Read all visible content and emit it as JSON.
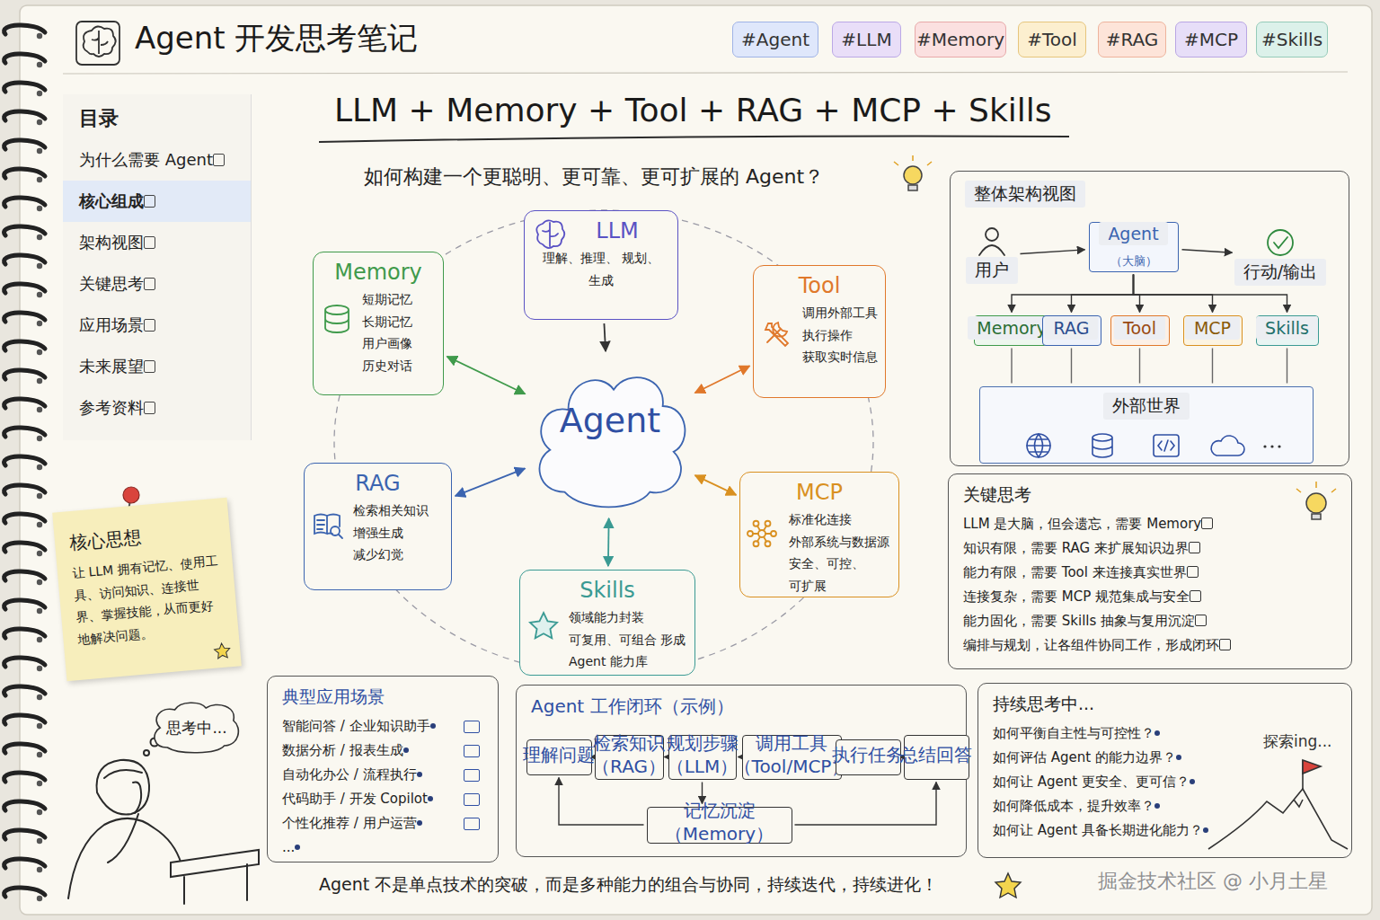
{
  "diagram": {
    "title": "Agent 开发思考笔记",
    "caption": "Agent 不是单点技术的突破，而是多种能力的组合与协同，持续迭代，持续进化！",
    "nodes": [
      {
        "text": [
          "#Agent"
        ]
      },
      {
        "text": [
          "#LLM"
        ]
      },
      {
        "text": [
          "#Memory"
        ]
      },
      {
        "text": [
          "#Tool"
        ]
      },
      {
        "text": [
          "#RAG"
        ]
      },
      {
        "text": [
          "#MCP"
        ]
      },
      {
        "text": [
          "#Skills"
        ]
      },
      {
        "text": [
          "目录",
          "为什么需要 Agent",
          "核心组成",
          "架构视图",
          "关键思考",
          "应用场景",
          "未来展望",
          "参考资料"
        ]
      },
      {
        "text": [
          "核心思想",
          "让 LLM 拥有记忆、使用工具、访问知识、连接世界、掌握技能，从而更好地解决问题。"
        ]
      },
      {
        "text": [
          "LLM",
          "理解、推理、 规划、生成"
        ]
      },
      {
        "text": [
          "Memory",
          "短期记忆 长期记忆 用户画像 历史对话"
        ]
      },
      {
        "text": [
          "Tool",
          "调用外部工具 执行操作 获取实时信息"
        ]
      },
      {
        "text": [
          "Agent"
        ]
      },
      {
        "text": [
          "RAG",
          "检索相关知识 增强生成 减少幻觉"
        ]
      },
      {
        "text": [
          "MCP",
          "标准化连接 外部系统与数据源 安全、可控、可扩展"
        ]
      },
      {
        "text": [
          "Skills",
          "领域能力封装 可复用、可组合 形成 Agent 能力库"
        ]
      },
      {
        "text": [
          "整体架构视图"
        ]
      },
      {
        "text": [
          "用户"
        ],
        "in": 16
      },
      {
        "text": [
          "Agent",
          "（大脑）"
        ],
        "in": 16
      },
      {
        "text": [
          "行动/输出"
        ],
        "in": 16
      },
      {
        "text": [
          "Memory"
        ],
        "in": 16
      },
      {
        "text": [
          "RAG"
        ],
        "in": 16
      },
      {
        "text": [
          "Tool"
        ],
        "in": 16
      },
      {
        "text": [
          "MCP"
        ],
        "in": 16
      },
      {
        "text": [
          "Skills"
        ],
        "in": 16
      },
      {
        "text": [
          "外部世界"
        ],
        "in": 16
      },
      {
        "text": [
          "关键思考",
          "LLM 是大脑，但会遗忘，需要 Memory",
          "知识有限，需要 RAG 来扩展知识边界",
          "能力有限，需要 Tool 来连接真实世界",
          "连接复杂，需要 MCP 规范集成与安全",
          "能力固化，需要 Skills 抽象与复用沉淀",
          "编排与规划，让各组件协同工作，形成闭环"
        ]
      },
      {
        "text": [
          "典型应用场景",
          "智能问答 / 企业知识助手",
          "数据分析 / 报表生成",
          "自动化办公 / 流程执行",
          "代码助手 / 开发 Copilot",
          "个性化推荐 / 用户运营",
          "..."
        ]
      },
      {
        "text": [
          "Agent 工作闭环（示例）"
        ]
      },
      {
        "text": [
          "理解问题"
        ],
        "in": 28
      },
      {
        "text": [
          "检索知识 （RAG）"
        ],
        "in": 28
      },
      {
        "text": [
          "规划步骤 （LLM）"
        ],
        "in": 28
      },
      {
        "text": [
          "调用工具 （Tool/MCP）"
        ],
        "in": 28
      },
      {
        "text": [
          "执行任务"
        ],
        "in": 28
      },
      {
        "text": [
          "总结回答"
        ],
        "in": 28
      },
      {
        "text": [
          "记忆沉淀（Memory）"
        ],
        "in": 28
      },
      {
        "text": [
          "持续思考中...",
          "如何平衡自主性与可控性？",
          "如何评估 Agent 的能力边界？",
          "如何让 Agent 更安全、更可信？",
          "如何降低成本，提升效率？",
          "如何让 Agent 具备长期进化能力？"
        ]
      },
      {
        "text": [
          "思考中..."
        ]
      }
    ],
    "edges": [
      {
        "from": 9,
        "to": 12,
        "arrow": "to"
      },
      {
        "from": 10,
        "to": 12,
        "arrow": "both"
      },
      {
        "from": 11,
        "to": 12,
        "arrow": "both"
      },
      {
        "from": 13,
        "to": 12,
        "arrow": "both"
      },
      {
        "from": 14,
        "to": 12,
        "arrow": "both"
      },
      {
        "from": 15,
        "to": 12,
        "arrow": "both"
      },
      {
        "from": 17,
        "to": 18,
        "arrow": "to"
      },
      {
        "from": 18,
        "to": 19,
        "arrow": "to"
      },
      {
        "from": 18,
        "to": 20,
        "arrow": "to"
      },
      {
        "from": 18,
        "to": 21,
        "arrow": "to"
      },
      {
        "from": 18,
        "to": 22,
        "arrow": "to"
      },
      {
        "from": 18,
        "to": 23,
        "arrow": "to"
      },
      {
        "from": 18,
        "to": 24,
        "arrow": "to"
      },
      {
        "from": 20,
        "to": 25,
        "arrow": "none"
      },
      {
        "from": 21,
        "to": 25,
        "arrow": "none"
      },
      {
        "from": 22,
        "to": 25,
        "arrow": "none"
      },
      {
        "from": 23,
        "to": 25,
        "arrow": "none"
      },
      {
        "from": 24,
        "to": 25,
        "arrow": "none"
      },
      {
        "from": 29,
        "to": 30,
        "arrow": "to"
      },
      {
        "from": 30,
        "to": 31,
        "arrow": "to"
      },
      {
        "from": 31,
        "to": 32,
        "arrow": "to"
      },
      {
        "from": 32,
        "to": 33,
        "arrow": "to"
      },
      {
        "from": 33,
        "to": 34,
        "arrow": "to"
      },
      {
        "from": 31,
        "to": 35,
        "arrow": "to"
      },
      {
        "from": 35,
        "to": 29,
        "arrow": "to"
      },
      {
        "from": 35,
        "to": 34,
        "arrow": "to"
      }
    ],
    "labels": [
      "LLM + Memory + Tool + RAG + MCP + Skills",
      "如何构建一个更聪明、更可靠、更可扩展的 Agent？",
      "探索ing...",
      "掘金技术社区 @ 小月土星"
    ]
  }
}
